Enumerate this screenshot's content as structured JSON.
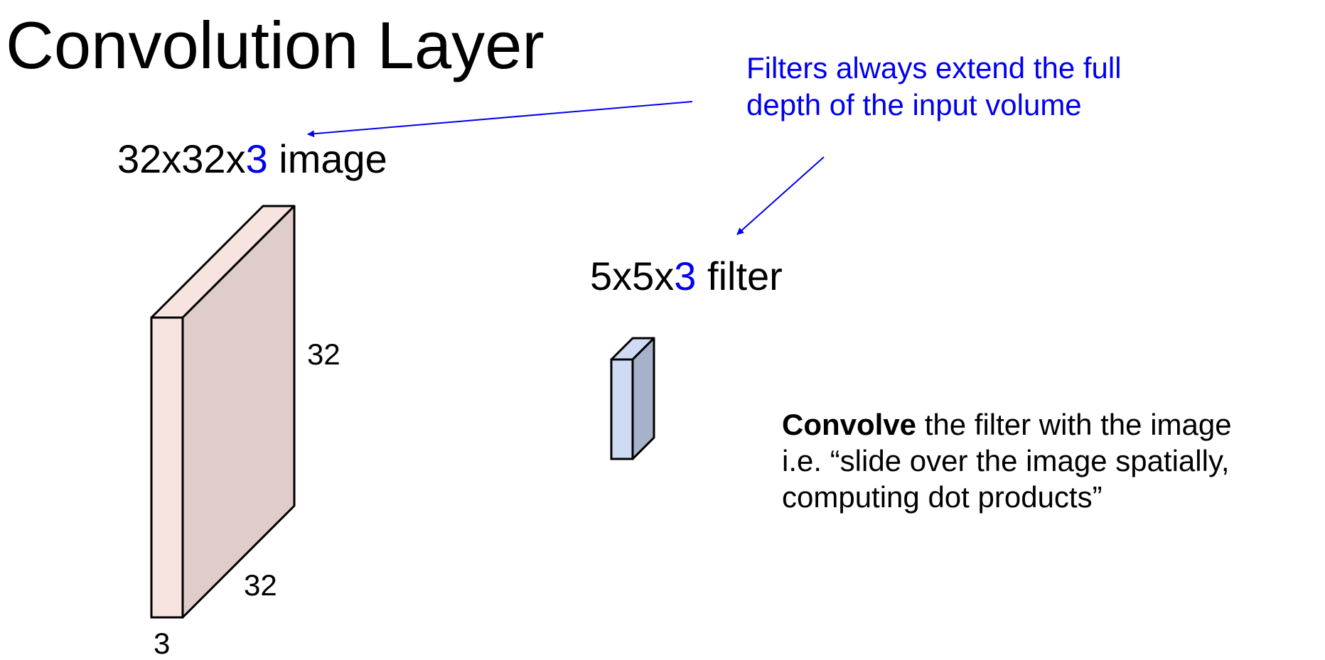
{
  "title": "Convolution Layer",
  "image_label": {
    "prefix": "32x32x",
    "depth": "3",
    "suffix": " image"
  },
  "filter_label": {
    "prefix": "5x5x",
    "depth": "3",
    "suffix": " filter"
  },
  "note": {
    "line1": "Filters always extend the full",
    "line2": "depth of the input volume"
  },
  "convolve": {
    "bold": "Convolve",
    "line1_rest": " the filter with the image",
    "line2": "i.e. “slide over the image spatially,",
    "line3": "computing dot products”"
  },
  "image_dims": {
    "height": "32",
    "width": "32",
    "depth": "3"
  },
  "colors": {
    "accent": "#0000ee",
    "image_front": "#f7e4e1",
    "image_side": "#e0cccb",
    "filter_front": "#cfdbf3",
    "filter_side": "#a5b2c9"
  }
}
